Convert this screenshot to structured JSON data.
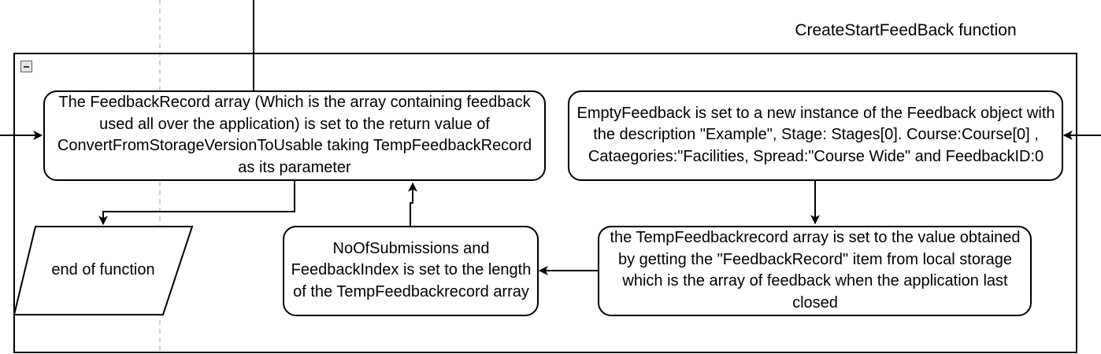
{
  "diagram": {
    "group": {
      "title": "CreateStartFeedBack function",
      "collapse_icon": "minus-box-icon"
    },
    "nodes": {
      "feedback_record": {
        "shape": "rounded-rectangle",
        "text": "The FeedbackRecord array (Which is the array containing feedback used all over the application) is set to the return value of ConvertFromStorageVersionToUsable taking TempFeedbackRecord as its parameter"
      },
      "empty_feedback": {
        "shape": "rounded-rectangle",
        "text": "EmptyFeedback is set to a new instance of the Feedback object with the description \"Example\", Stage: Stages[0]. Course:Course[0] , Cataegories:\"Facilities, Spread:\"Course Wide\" and FeedbackID:0"
      },
      "end_of_function": {
        "shape": "parallelogram",
        "text": "end of function"
      },
      "noofsubmissions": {
        "shape": "rounded-rectangle",
        "text": "NoOfSubmissions and FeedbackIndex is set to the length of the TempFeedbackrecord array"
      },
      "temp_feedback_record": {
        "shape": "rounded-rectangle",
        "text": "the TempFeedbackrecord array is set to the value obtained by getting the \"FeedbackRecord\" item from local storage which is the array of feedback when the application last closed"
      }
    },
    "edges": [
      {
        "from": "empty_feedback",
        "to": "temp_feedback_record"
      },
      {
        "from": "temp_feedback_record",
        "to": "noofsubmissions"
      },
      {
        "from": "noofsubmissions",
        "to": "feedback_record"
      },
      {
        "from": "feedback_record",
        "to": "end_of_function"
      },
      {
        "from": "external-left",
        "to": "feedback_record"
      },
      {
        "from": "external-right",
        "to": "empty_feedback"
      }
    ],
    "colors": {
      "stroke": "#000000",
      "fill": "#ffffff",
      "collapse_fill": "#e6e6e6",
      "guide": "#c0c0c0"
    }
  }
}
